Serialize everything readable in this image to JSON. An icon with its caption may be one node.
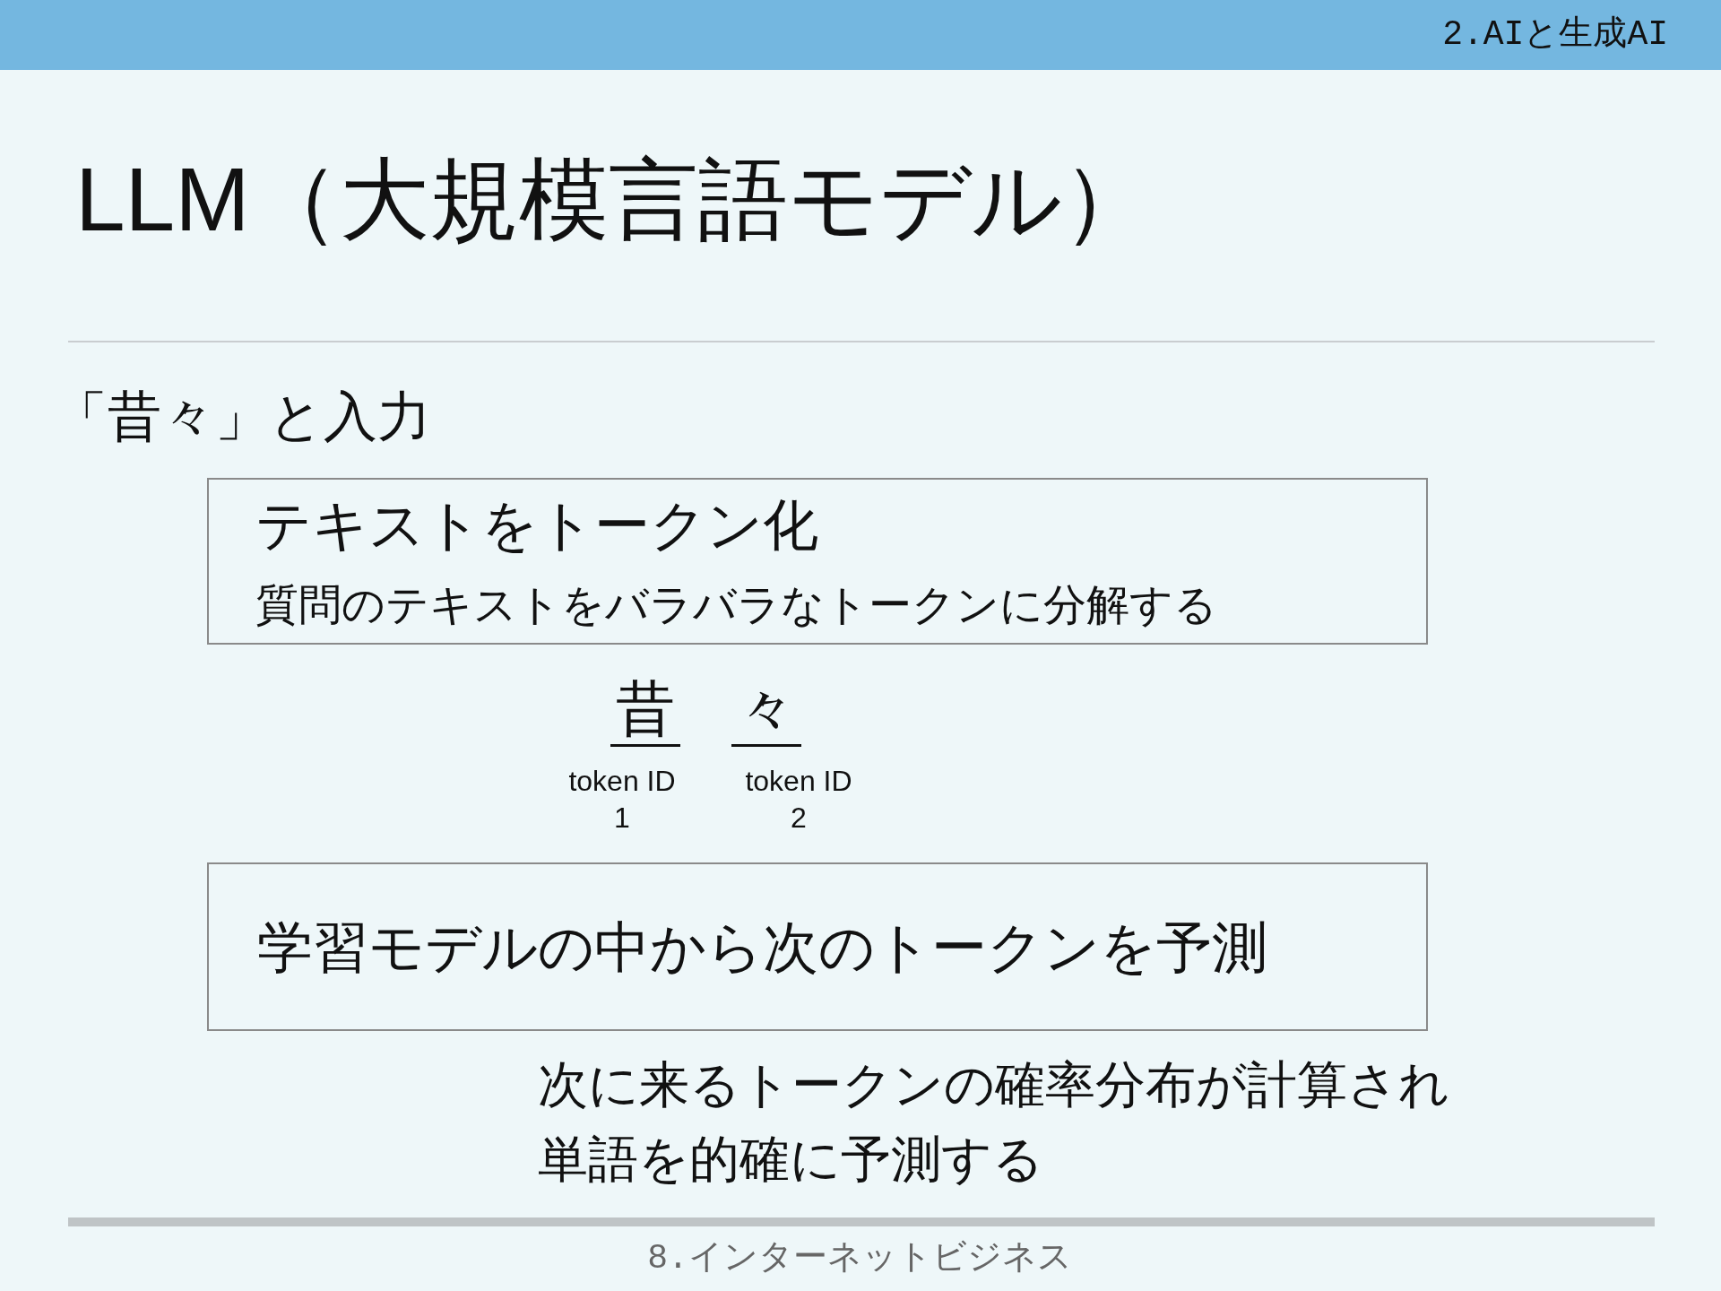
{
  "diagram": {
    "title": "LLM（大規模言語モデル）",
    "nodes": [
      {
        "text": [
          "テキストをトークン化",
          "質問のテキストをバラバラなトークンに分解する"
        ]
      },
      {
        "text": [
          "学習モデルの中から次のトークンを予測"
        ]
      }
    ],
    "labels": [
      "2.AIと生成AI",
      "「昔々」と入力",
      "昔",
      "々",
      "token ID 1",
      "token ID 2",
      "次に来るトークンの確率分布が計算され単語を的確に予測する",
      "8.インターネットビジネス"
    ]
  }
}
